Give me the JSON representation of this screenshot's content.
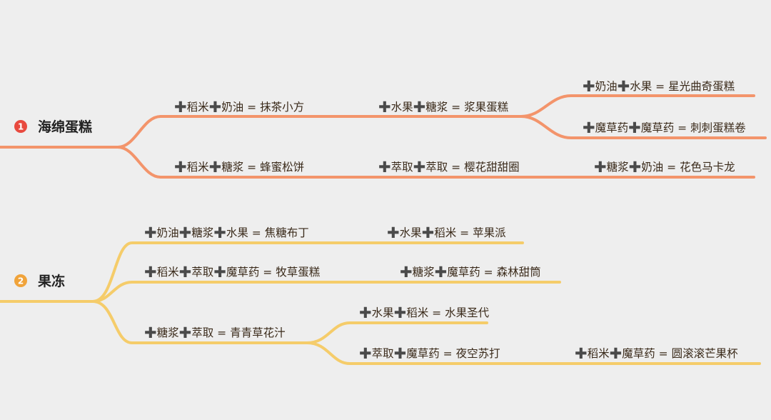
{
  "branches": [
    {
      "id": "sponge",
      "number": "1",
      "title": "海绵蛋糕",
      "color": "#f3946b",
      "badge_color": "#e8493e",
      "recipes": [
        {
          "ingredients": [
            "稻米",
            "奶油"
          ],
          "result": "抹茶小方"
        },
        {
          "ingredients": [
            "水果",
            "糖浆"
          ],
          "result": "浆果蛋糕"
        },
        {
          "ingredients": [
            "奶油",
            "水果"
          ],
          "result": "星光曲奇蛋糕"
        },
        {
          "ingredients": [
            "魔草药",
            "魔草药"
          ],
          "result": "刺刺蛋糕卷"
        },
        {
          "ingredients": [
            "稻米",
            "糖浆"
          ],
          "result": "蜂蜜松饼"
        },
        {
          "ingredients": [
            "萃取",
            "萃取"
          ],
          "result": "樱花甜甜圈"
        },
        {
          "ingredients": [
            "糖浆",
            "奶油"
          ],
          "result": "花色马卡龙"
        }
      ]
    },
    {
      "id": "jelly",
      "number": "2",
      "title": "果冻",
      "color": "#f5cc6a",
      "badge_color": "#f0a33a",
      "recipes": [
        {
          "ingredients": [
            "奶油",
            "糖浆",
            "水果"
          ],
          "result": "焦糖布丁"
        },
        {
          "ingredients": [
            "水果",
            "稻米"
          ],
          "result": "苹果派"
        },
        {
          "ingredients": [
            "稻米",
            "萃取",
            "魔草药"
          ],
          "result": "牧草蛋糕"
        },
        {
          "ingredients": [
            "糖浆",
            "魔草药"
          ],
          "result": "森林甜筒"
        },
        {
          "ingredients": [
            "糖浆",
            "萃取"
          ],
          "result": "青青草花汁"
        },
        {
          "ingredients": [
            "水果",
            "稻米"
          ],
          "result": "水果圣代"
        },
        {
          "ingredients": [
            "萃取",
            "魔草药"
          ],
          "result": "夜空苏打"
        },
        {
          "ingredients": [
            "稻米",
            "魔草药"
          ],
          "result": "圆滚滚芒果杯"
        }
      ]
    }
  ]
}
